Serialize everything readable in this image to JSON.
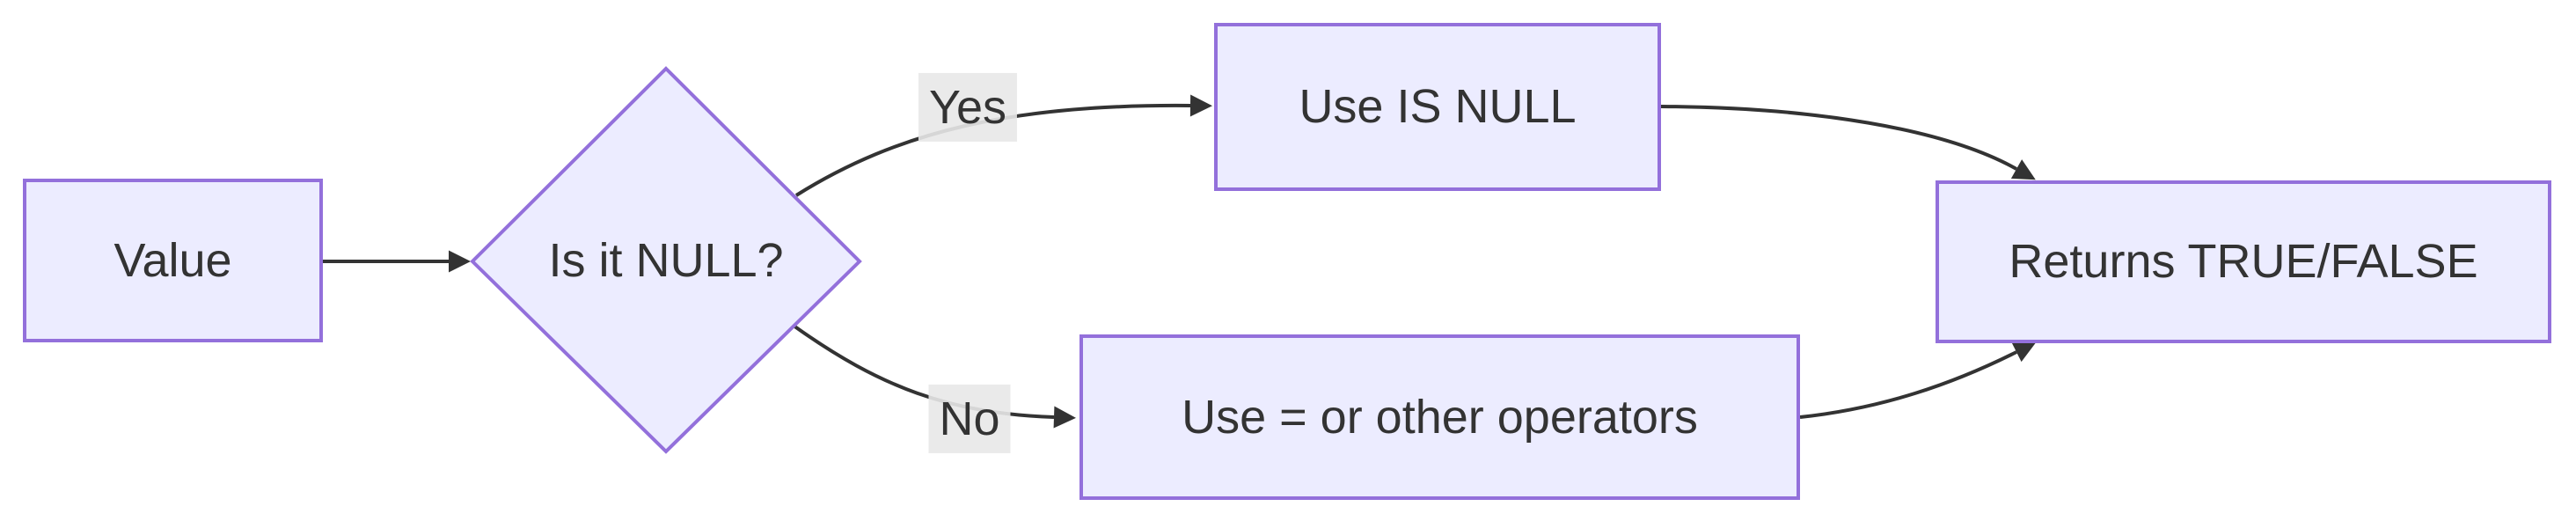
{
  "diagram": {
    "type": "flowchart",
    "direction": "left-to-right",
    "colors": {
      "background": "#ffffff",
      "node_fill": "#ECECFF",
      "node_border": "#9370DB",
      "edge_line": "#333333",
      "text": "#333333",
      "edge_label_bg": "#e8e8e8"
    },
    "nodes": [
      {
        "id": "value",
        "shape": "rect",
        "label": "Value"
      },
      {
        "id": "is-it-null",
        "shape": "diamond",
        "label": "Is it NULL?"
      },
      {
        "id": "use-is-null",
        "shape": "rect",
        "label": "Use IS NULL"
      },
      {
        "id": "use-operators",
        "shape": "rect",
        "label": "Use = or other operators"
      },
      {
        "id": "returns",
        "shape": "rect",
        "label": "Returns TRUE/FALSE"
      }
    ],
    "edges": [
      {
        "from": "value",
        "to": "is-it-null",
        "label": ""
      },
      {
        "from": "is-it-null",
        "to": "use-is-null",
        "label": "Yes"
      },
      {
        "from": "is-it-null",
        "to": "use-operators",
        "label": "No"
      },
      {
        "from": "use-is-null",
        "to": "returns",
        "label": ""
      },
      {
        "from": "use-operators",
        "to": "returns",
        "label": ""
      }
    ]
  }
}
